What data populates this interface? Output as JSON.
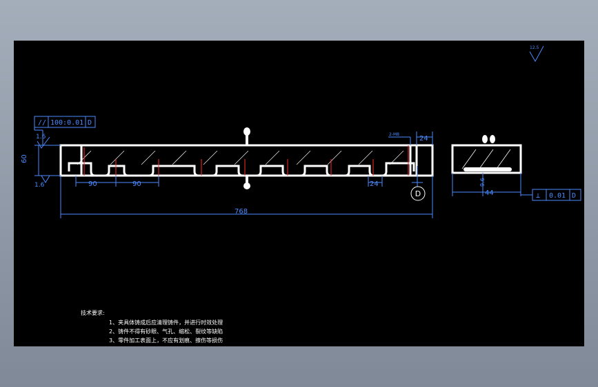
{
  "drawing": {
    "background": "#000000",
    "outline_color": "#ffffff",
    "dimension_color": "#4a8cff",
    "center_mark_color": "#ff2a2a"
  },
  "roughness": {
    "global": "12.5",
    "top_left": "1.6",
    "bottom_left": "1.6"
  },
  "tolerances": {
    "parallelism": {
      "symbol": "//",
      "value": "100:0.01",
      "datum": "D"
    },
    "perpendicularity": {
      "symbol": "⊥",
      "value": "0.01",
      "datum": "D"
    }
  },
  "datum": {
    "label": "D"
  },
  "dimensions": {
    "height": "60",
    "pitch_1": "90",
    "pitch_2": "90",
    "overall_length": "768",
    "slot_width": "24",
    "end_width": "24",
    "small_note": "2-M8",
    "side_depth": "9.6",
    "side_width": "44"
  },
  "notes": {
    "title": "技术要求:",
    "items": [
      "1、夹具体铸成后应清理铸件，并进行时效处理",
      "2、铸件不得有砂眼、气孔、缩松、裂纹等缺陷",
      "3、零件加工表面上，不应有划痕、擦伤等损伤"
    ]
  }
}
